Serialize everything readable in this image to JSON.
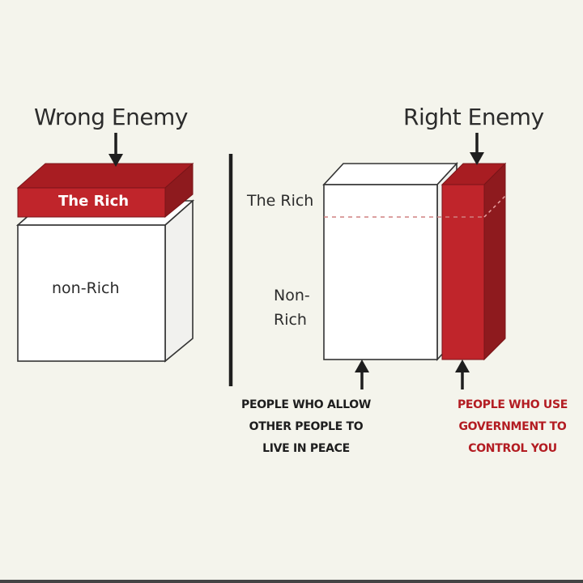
{
  "left": {
    "title": "Wrong Enemy",
    "rich_label": "The Rich",
    "nonrich_label": "non-Rich"
  },
  "right": {
    "title": "Right Enemy",
    "rich_label": "The Rich",
    "nonrich_label": "Non-\nRich",
    "caption_peace": "PEOPLE WHO ALLOW\nOTHER PEOPLE TO\nLIVE IN PEACE",
    "caption_government": "PEOPLE WHO USE\nGOVERNMENT TO\nCONTROL YOU"
  },
  "colors": {
    "background": "#f4f4ec",
    "red_front": "#c0252b",
    "red_top": "#a81d22",
    "red_side": "#8e1a1e",
    "box_white": "#ffffff",
    "box_side": "#f2f2f0",
    "outline": "#333333",
    "dashed": "#d08080"
  }
}
